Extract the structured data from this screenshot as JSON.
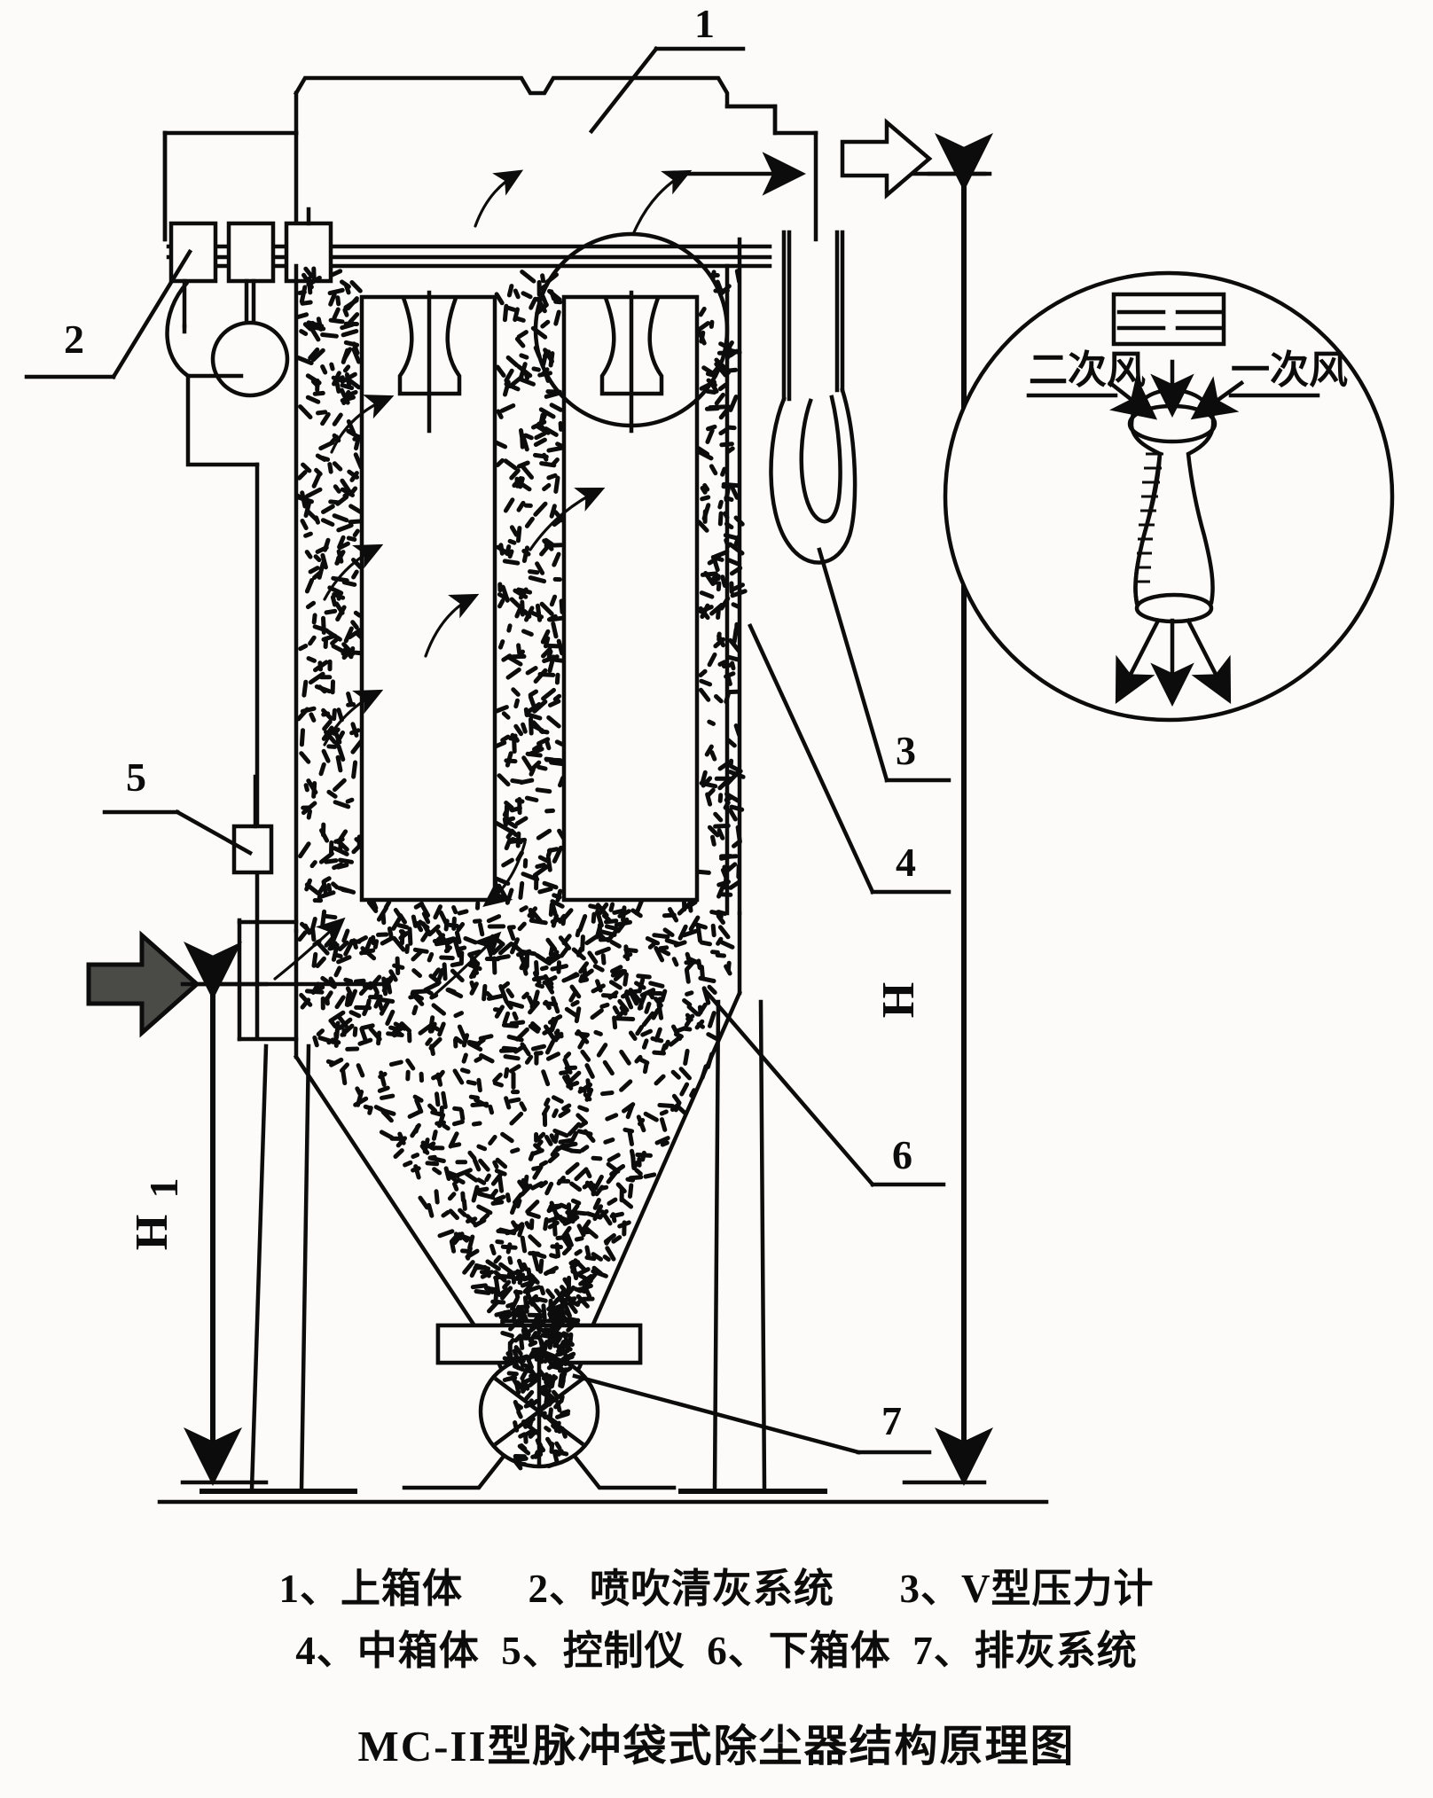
{
  "figure": {
    "title": "MC-II型脉冲袋式除尘器结构原理图",
    "legend_line1": "1、上箱体      2、喷吹清灰系统      3、V型压力计",
    "legend_line2": "4、中箱体  5、控制仪  6、下箱体  7、排灰系统"
  },
  "legend_items": [
    {
      "num": "1",
      "label": "上箱体"
    },
    {
      "num": "2",
      "label": "喷吹清灰系统"
    },
    {
      "num": "3",
      "label": "V型压力计"
    },
    {
      "num": "4",
      "label": "中箱体"
    },
    {
      "num": "5",
      "label": "控制仪"
    },
    {
      "num": "6",
      "label": "下箱体"
    },
    {
      "num": "7",
      "label": "排灰系统"
    }
  ],
  "callouts": {
    "c1": "1",
    "c2": "2",
    "c3": "3",
    "c4": "4",
    "c5": "5",
    "c6": "6",
    "c7": "7"
  },
  "dimensions": {
    "total_height": "H",
    "lower_height_letter": "H",
    "lower_height_sub": "1"
  },
  "inset": {
    "secondary_air": "二次风",
    "primary_air": "一次风"
  },
  "colors": {
    "ink": "#0c0c0c",
    "paper": "#fdfbf9",
    "inlet_arrow_fill": "#4a4a47",
    "outlet_arrow_fill": "#ffffff"
  }
}
